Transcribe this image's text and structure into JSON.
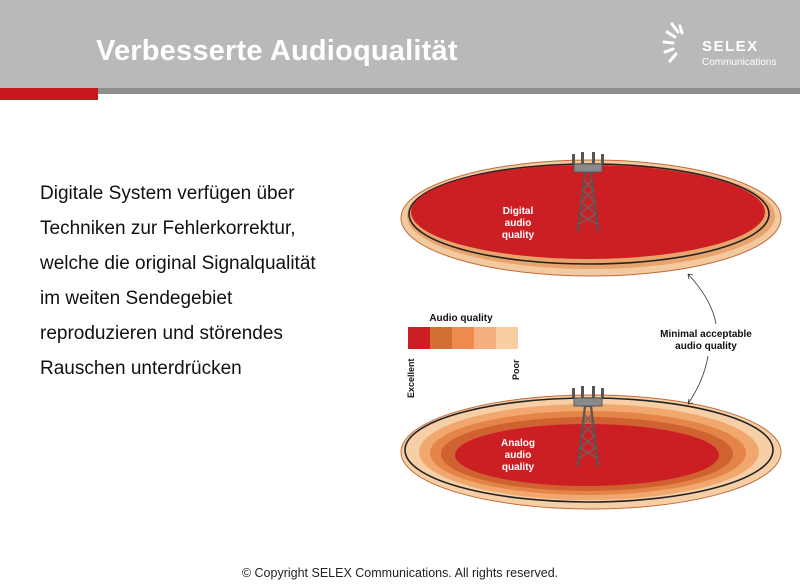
{
  "header": {
    "title": "Verbesserte Audioqualität",
    "logo_name": "SELEX",
    "logo_sub": "Communications",
    "accent_color": "#c8161d"
  },
  "body": {
    "lines": [
      "Digitale System verfügen über",
      "Techniken zur Fehlerkorrektur,",
      "welche die original Signalqualität",
      "im weiten Sendegebiet",
      "reproduzieren und störendes",
      "Rauschen unterdrücken"
    ]
  },
  "diagram": {
    "digital_label": [
      "Digital",
      "audio",
      "quality"
    ],
    "analog_label": [
      "Analog",
      "audio",
      "quality"
    ],
    "legend_title": "Audio quality",
    "legend_excellent": "Excellent",
    "legend_poor": "Poor",
    "legend_colors": [
      "#cc1f24",
      "#d17031",
      "#ef8a4f",
      "#f3b07c",
      "#f7cfa2"
    ],
    "minimal_label": [
      "Minimal acceptable",
      "audio quality"
    ]
  },
  "footer": {
    "copyright": "© Copyright SELEX Communications. All rights reserved."
  }
}
